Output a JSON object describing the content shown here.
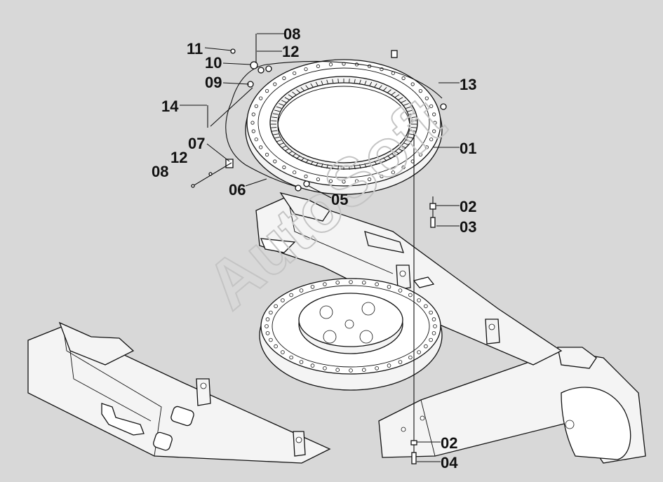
{
  "watermark": "AutoSoft",
  "callouts": [
    {
      "id": "c01",
      "label": "01"
    },
    {
      "id": "c02a",
      "label": "02"
    },
    {
      "id": "c02b",
      "label": "02"
    },
    {
      "id": "c03",
      "label": "03"
    },
    {
      "id": "c04",
      "label": "04"
    },
    {
      "id": "c05",
      "label": "05"
    },
    {
      "id": "c06",
      "label": "06"
    },
    {
      "id": "c07",
      "label": "07"
    },
    {
      "id": "c08a",
      "label": "08"
    },
    {
      "id": "c08b",
      "label": "08"
    },
    {
      "id": "c09",
      "label": "09"
    },
    {
      "id": "c10",
      "label": "10"
    },
    {
      "id": "c11",
      "label": "11"
    },
    {
      "id": "c12a",
      "label": "12"
    },
    {
      "id": "c12b",
      "label": "12"
    },
    {
      "id": "c13",
      "label": "13"
    },
    {
      "id": "c14",
      "label": "14"
    }
  ],
  "colors": {
    "background": "#d8d8d8",
    "line": "#111111",
    "part_fill": "#f4f4f4"
  }
}
